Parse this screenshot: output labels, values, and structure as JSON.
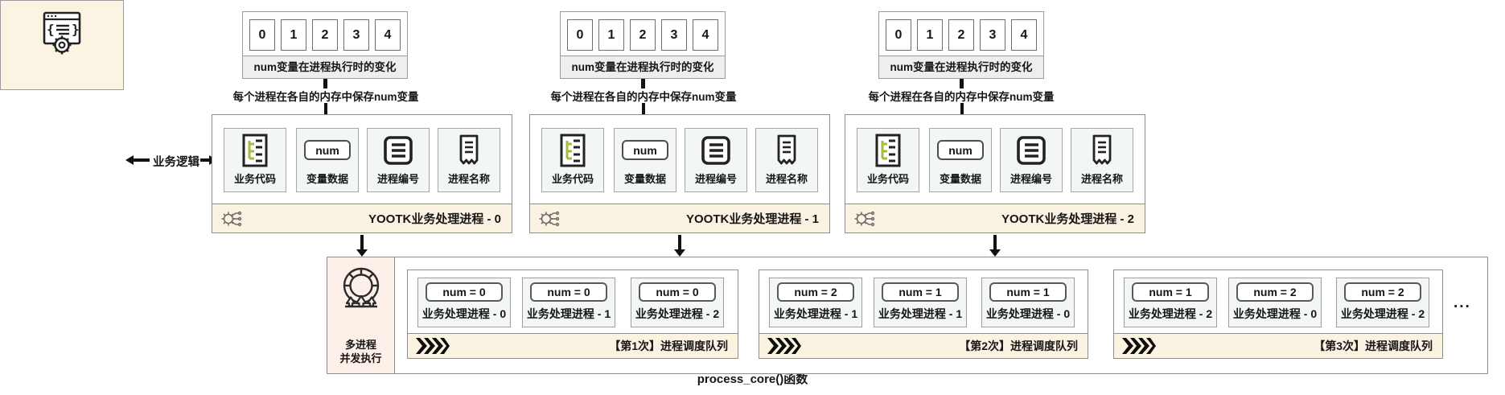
{
  "left_box": {
    "label": "process_core()函数"
  },
  "link": {
    "label": "业务逻辑"
  },
  "shared": {
    "digits": [
      "0",
      "1",
      "2",
      "3",
      "4"
    ],
    "num_caption": "num变量在进程执行时的变化",
    "memory_note": "每个进程在各自的内存中保存num变量",
    "cells": [
      {
        "label": "业务代码"
      },
      {
        "label": "变量数据",
        "value": "num"
      },
      {
        "label": "进程编号"
      },
      {
        "label": "进程名称"
      }
    ]
  },
  "processes": [
    {
      "title": "YOOTK业务处理进程 - 0"
    },
    {
      "title": "YOOTK业务处理进程 - 1"
    },
    {
      "title": "YOOTK业务处理进程 - 2"
    }
  ],
  "bottom": {
    "side_label": [
      "多进程",
      "并发执行"
    ],
    "ellipsis": "...",
    "queues": [
      {
        "title": "【第1次】进程调度队列",
        "items": [
          {
            "num": "num = 0",
            "proc": "业务处理进程 - 0"
          },
          {
            "num": "num = 0",
            "proc": "业务处理进程 - 1"
          },
          {
            "num": "num = 0",
            "proc": "业务处理进程 - 2"
          }
        ]
      },
      {
        "title": "【第2次】进程调度队列",
        "items": [
          {
            "num": "num = 2",
            "proc": "业务处理进程 - 1"
          },
          {
            "num": "num = 1",
            "proc": "业务处理进程 - 1"
          },
          {
            "num": "num = 1",
            "proc": "业务处理进程 - 0"
          }
        ]
      },
      {
        "title": "【第3次】进程调度队列",
        "items": [
          {
            "num": "num = 1",
            "proc": "业务处理进程 - 2"
          },
          {
            "num": "num = 2",
            "proc": "业务处理进程 - 0"
          },
          {
            "num": "num = 2",
            "proc": "业务处理进程 - 2"
          }
        ]
      }
    ]
  },
  "colors": {
    "cream": "#faf3e2",
    "pink": "#fcf0e8",
    "code_green": "#a6b941",
    "ink": "#161616"
  }
}
